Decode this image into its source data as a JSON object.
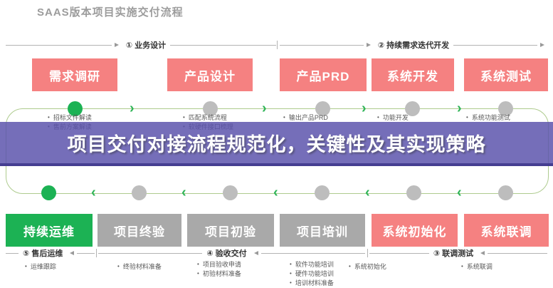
{
  "page_title": "SAAS版本项目实施交付流程",
  "banner": {
    "text": "项目交付对接流程规范化，关键性及其实现策略"
  },
  "colors": {
    "stage_pink": "#f58181",
    "stage_green": "#1cb254",
    "stage_gray": "#a9a9a9",
    "dot_gray": "#bdbdbd",
    "loop_line": "#aecb8e",
    "chevron_green": "#2fb457",
    "banner_purple": "#5a52ac",
    "title_gray": "#9c9c9c"
  },
  "top_sections": [
    {
      "label": "① 业务设计"
    },
    {
      "label": "② 持续需求迭代开发"
    }
  ],
  "bottom_sections": [
    {
      "label": "⑤ 售后运维"
    },
    {
      "label": "④ 验收交付"
    },
    {
      "label": "③ 联调测试"
    }
  ],
  "top_stages": [
    {
      "label": "需求调研",
      "items": [
        "招标文件解读",
        "售前方案解读"
      ]
    },
    {
      "label": "产品设计",
      "items": [
        "匹配系统流程",
        "软硬件接口梳理"
      ]
    },
    {
      "label": "产品PRD",
      "items": [
        "输出产品PRD"
      ]
    },
    {
      "label": "系统开发",
      "items": [
        "功能开发"
      ]
    },
    {
      "label": "系统测试",
      "items": [
        "系统功能测试"
      ]
    }
  ],
  "bottom_stages": [
    {
      "label": "持续运维",
      "items": [
        "运维跟踪"
      ]
    },
    {
      "label": "项目终验",
      "items": [
        "终验材料准备"
      ]
    },
    {
      "label": "项目初验",
      "items": [
        "项目验收申请",
        "初验材料准备"
      ]
    },
    {
      "label": "项目培训",
      "items": [
        "软件功能培训",
        "硬件功能培训",
        "培训材料准备"
      ]
    },
    {
      "label": "系统初始化",
      "items": [
        "系统初始化"
      ]
    },
    {
      "label": "系统联调",
      "items": [
        "系统联调"
      ]
    }
  ],
  "glyphs": {
    "chevron_right": "›",
    "chevron_left": "‹"
  }
}
